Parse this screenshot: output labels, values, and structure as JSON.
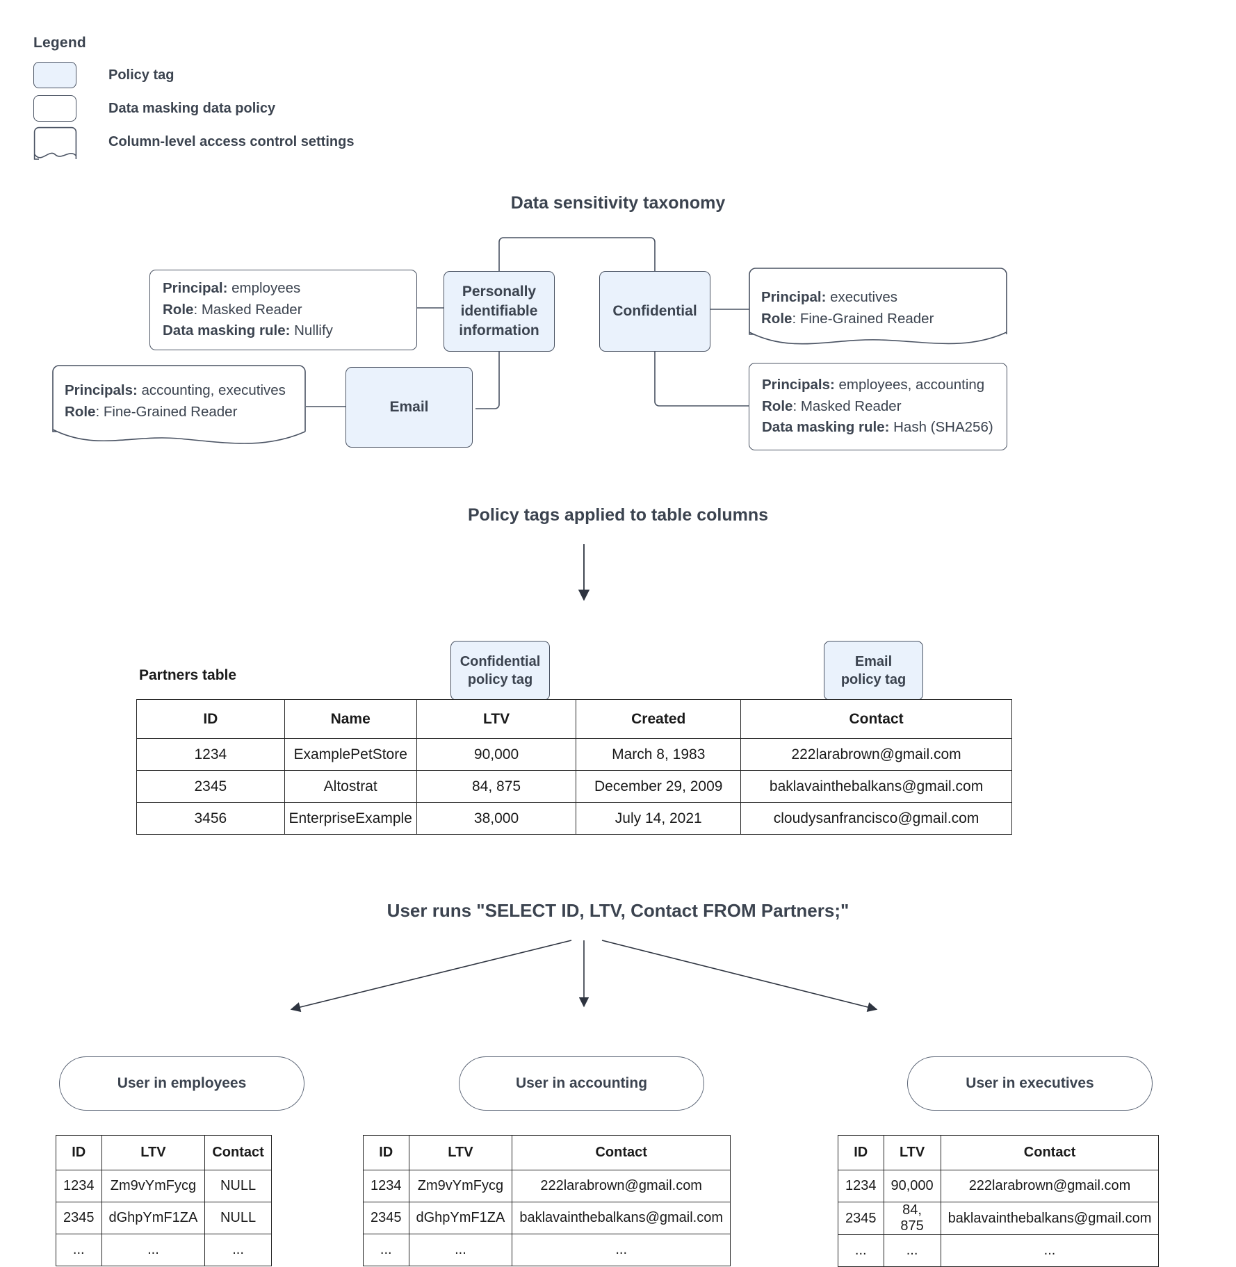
{
  "legend": {
    "title": "Legend",
    "items": [
      {
        "label": "Policy tag",
        "swatch": "policy-tag-swatch"
      },
      {
        "label": "Data masking data policy",
        "swatch": "data-masking-swatch"
      },
      {
        "label": "Column-level access control settings",
        "swatch": "column-access-swatch"
      }
    ]
  },
  "colors": {
    "policy_tag_fill": "#eaf2fc",
    "border": "#495262",
    "text": "#3b434f",
    "table_border": "#252525"
  },
  "taxonomy": {
    "title": "Data sensitivity taxonomy",
    "tags": {
      "pii": "Personally identifiable information",
      "confidential": "Confidential",
      "email": "Email"
    },
    "cards": {
      "pii_masking": {
        "type": "data-masking-data-policy",
        "lines": [
          {
            "key": "Principal:",
            "value": " employees"
          },
          {
            "key": "Role",
            "value": ": Masked Reader"
          },
          {
            "key": "Data masking rule:",
            "value": " Nullify"
          }
        ]
      },
      "email_access": {
        "type": "column-level-access-control-settings",
        "lines": [
          {
            "key": "Principals:",
            "value": " accounting, executives"
          },
          {
            "key": "Role",
            "value": ": Fine-Grained Reader"
          }
        ]
      },
      "confidential_access": {
        "type": "column-level-access-control-settings",
        "lines": [
          {
            "key": "Principal:",
            "value": " executives"
          },
          {
            "key": "Role",
            "value": ": Fine-Grained Reader"
          }
        ]
      },
      "confidential_masking": {
        "type": "data-masking-data-policy",
        "lines": [
          {
            "key": "Principals:",
            "value": " employees, accounting"
          },
          {
            "key": "Role",
            "value": ": Masked Reader"
          },
          {
            "key": "Data masking rule:",
            "value": " Hash (SHA256)"
          }
        ]
      }
    }
  },
  "applied": {
    "title": "Policy tags applied to table columns",
    "table_caption": "Partners table",
    "tag_labels": {
      "confidential": "Confidential\npolicy tag",
      "confidential_line1": "Confidential",
      "confidential_line2": "policy tag",
      "email_line1": "Email",
      "email_line2": "policy tag"
    },
    "columns": [
      "ID",
      "Name",
      "LTV",
      "Created",
      "Contact"
    ],
    "rows": [
      [
        "1234",
        "ExamplePetStore",
        "90,000",
        "March 8, 1983",
        "222larabrown@gmail.com"
      ],
      [
        "2345",
        "Altostrat",
        "84, 875",
        "December 29, 2009",
        "baklavainthebalkans@gmail.com"
      ],
      [
        "3456",
        "EnterpriseExample",
        "38,000",
        "July 14, 2021",
        "cloudysanfrancisco@gmail.com"
      ]
    ]
  },
  "query": {
    "title": "User runs \"SELECT ID, LTV, Contact FROM Partners;\""
  },
  "results": [
    {
      "pill": "User in employees",
      "columns": [
        "ID",
        "LTV",
        "Contact"
      ],
      "rows": [
        [
          "1234",
          "Zm9vYmFycg",
          "NULL"
        ],
        [
          "2345",
          "dGhpYmF1ZA",
          "NULL"
        ],
        [
          "...",
          "...",
          "..."
        ]
      ]
    },
    {
      "pill": "User in accounting",
      "columns": [
        "ID",
        "LTV",
        "Contact"
      ],
      "rows": [
        [
          "1234",
          "Zm9vYmFycg",
          "222larabrown@gmail.com"
        ],
        [
          "2345",
          "dGhpYmF1ZA",
          "baklavainthebalkans@gmail.com"
        ],
        [
          "...",
          "...",
          "..."
        ]
      ]
    },
    {
      "pill": "User in executives",
      "columns": [
        "ID",
        "LTV",
        "Contact"
      ],
      "rows": [
        [
          "1234",
          "90,000",
          "222larabrown@gmail.com"
        ],
        [
          "2345",
          "84, 875",
          "baklavainthebalkans@gmail.com"
        ],
        [
          "...",
          "...",
          "..."
        ]
      ]
    }
  ]
}
